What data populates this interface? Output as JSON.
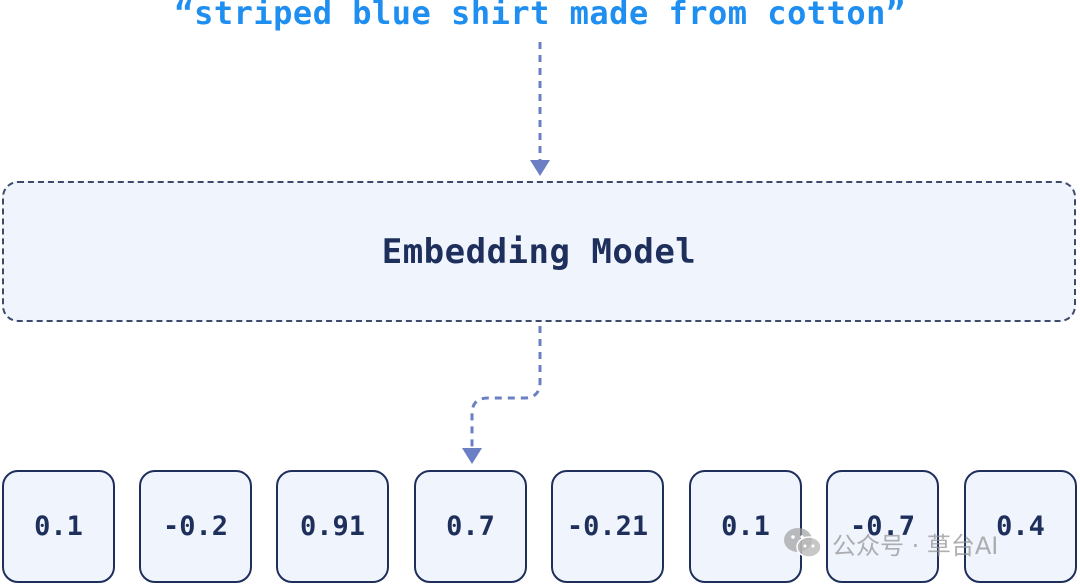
{
  "query_text": "“striped blue shirt made from cotton”",
  "model": {
    "label": "Embedding Model"
  },
  "vector": [
    "0.1",
    "-0.2",
    "0.91",
    "0.7",
    "-0.21",
    "0.1",
    "-0.7",
    "0.4"
  ],
  "watermark": {
    "text": "公众号 · 草台AI",
    "icon": "wechat-icon"
  },
  "colors": {
    "query": "#1f8ef1",
    "box_fill": "#eff4fd",
    "box_border": "#1e2f5c",
    "arrow": "#6b7fc4"
  }
}
